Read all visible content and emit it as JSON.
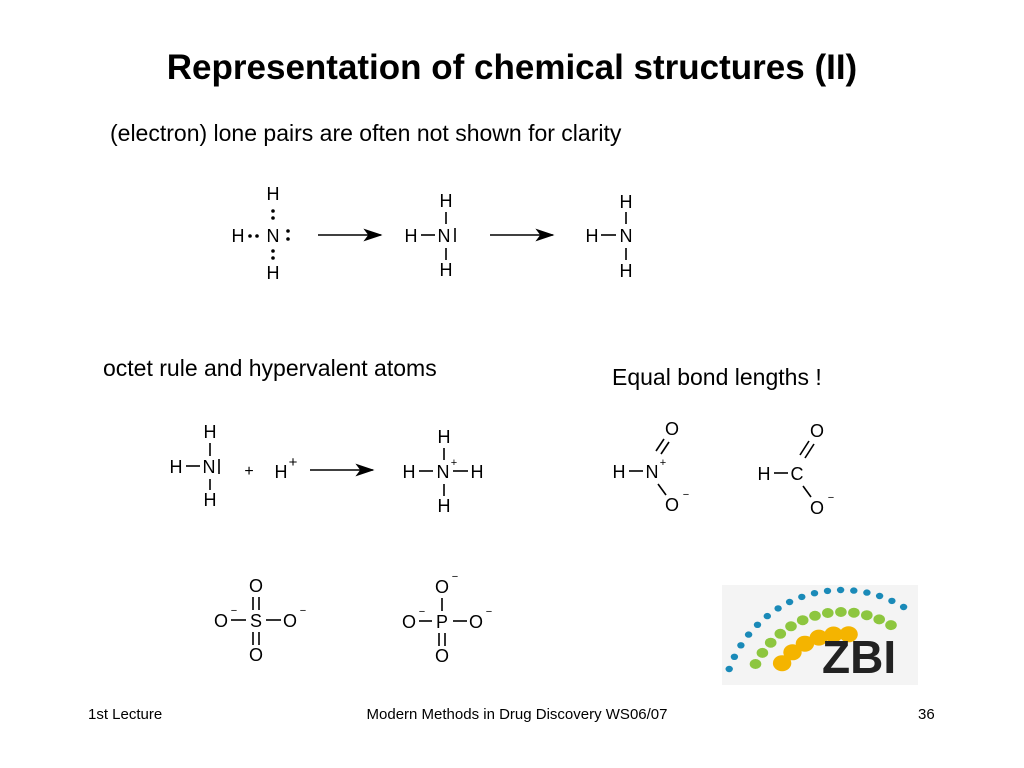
{
  "slide": {
    "title": "Representation of chemical structures (II)",
    "subtitle_lone_pairs": "(electron) lone pairs are often not shown for clarity",
    "subtitle_octet": "octet rule and hypervalent atoms",
    "subtitle_equal_bonds": "Equal bond lengths !"
  },
  "atoms": {
    "H": "H",
    "N": "N",
    "O": "O",
    "C": "C",
    "S": "S",
    "P": "P",
    "plus_sign": "+",
    "charge_plus": "+",
    "charge_minus": "−"
  },
  "logo": {
    "text": "ZBI",
    "colors": {
      "blue": "#1a8ab8",
      "green": "#8dc63f",
      "yellow": "#f4b400",
      "dark": "#222222"
    }
  },
  "footer": {
    "left": "1st Lecture",
    "center": "Modern Methods in Drug Discovery WS06/07",
    "page_number": "36"
  }
}
